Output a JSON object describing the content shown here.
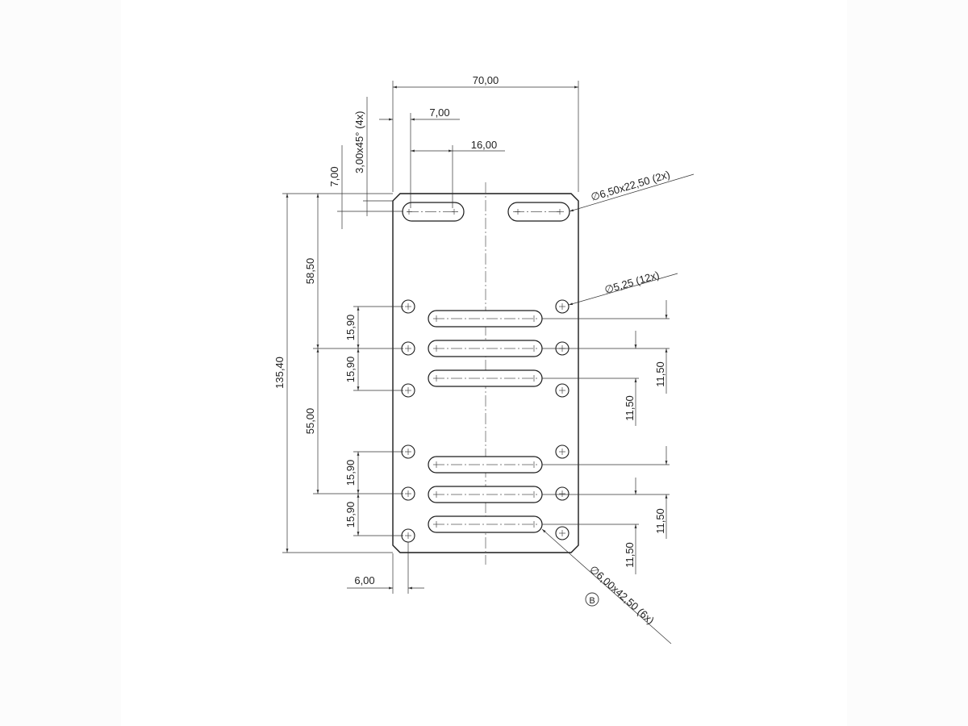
{
  "drawing": {
    "dimensions": {
      "width": "70,00",
      "slot_offset": "7,00",
      "slot_length_upper": "16,00",
      "chamfer": "3,00x45° (4x)",
      "chamfer_height": "7,00",
      "height_total": "135,40",
      "height_upper": "58,50",
      "height_lower": "55,00",
      "pitch_1": "15,90",
      "pitch_2": "15,90",
      "pitch_3": "15,90",
      "pitch_4": "15,90",
      "edge_offset": "6,00",
      "slot_pitch_r1": "11,50",
      "slot_pitch_r2": "11,50",
      "slot_pitch_r3": "11,50",
      "slot_pitch_r4": "11,50"
    },
    "callouts": {
      "upper_slots": "∅6,50x22,50 (2x)",
      "holes": "∅5,25 (12x)",
      "long_slots": "∅6,00x42,50 (6x)",
      "detail_marker": "B"
    }
  }
}
